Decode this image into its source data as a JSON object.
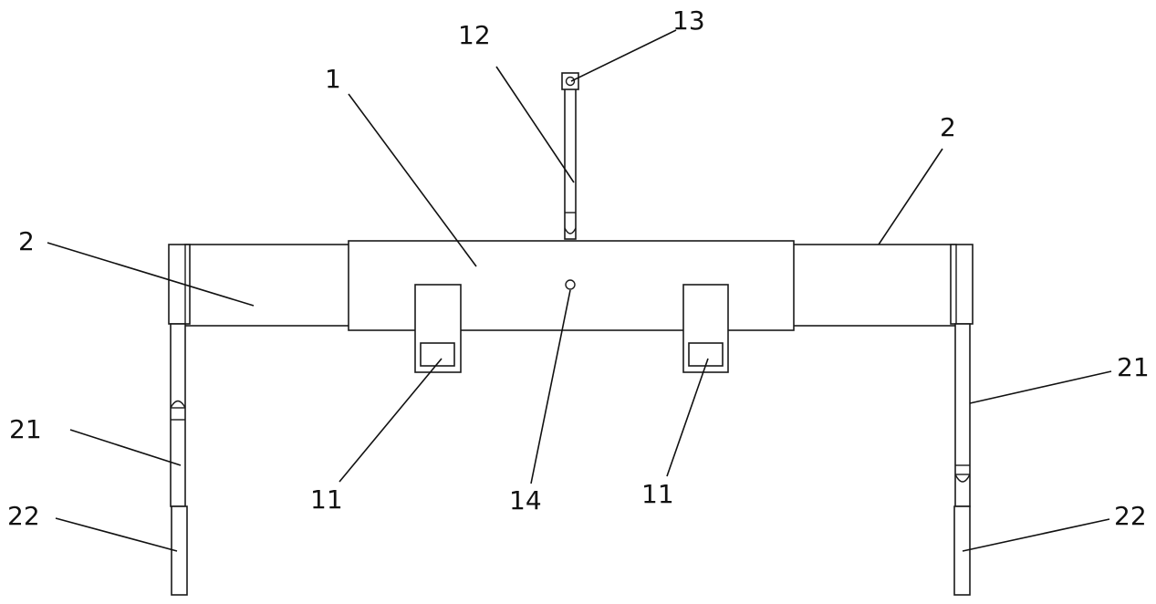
{
  "labels": {
    "main_body": "1",
    "side_arm_left": "2",
    "side_arm_right": "2",
    "leg_upper_left": "21",
    "leg_upper_right": "21",
    "leg_lower_left": "22",
    "leg_lower_right": "22",
    "clamp_left": "11",
    "clamp_right": "11",
    "rod": "12",
    "rod_top": "13",
    "center_hole": "14"
  }
}
